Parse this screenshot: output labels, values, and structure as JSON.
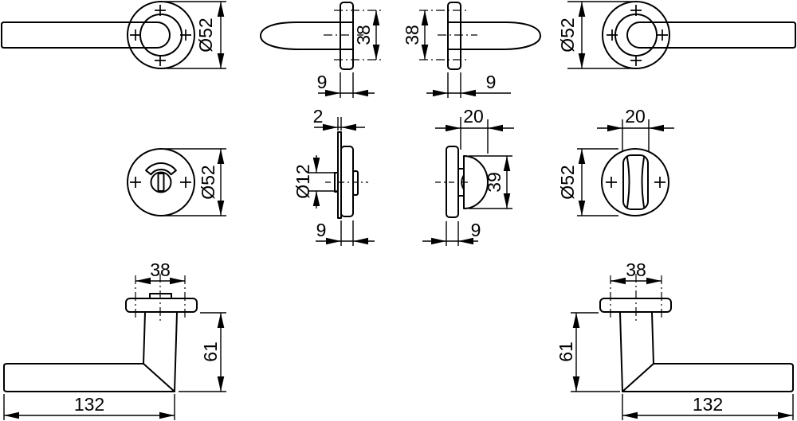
{
  "drawing": {
    "background": "#ffffff",
    "line_color": "#000000",
    "labels": {
      "tl_dia": "Ø52",
      "tml_len": "38",
      "tml_thk": "9",
      "tmr_len": "38",
      "tmr_thk": "9",
      "tr_dia": "Ø52",
      "ml_dia": "Ø52",
      "mcl_plate": "2",
      "mcl_spindle": "Ø12",
      "mcl_thk": "9",
      "mcr_depth": "20",
      "mcr_height": "39",
      "mcr_thk": "9",
      "mr_width": "20",
      "mr_dia": "Ø52",
      "bl_width": "38",
      "bl_height": "61",
      "bl_length": "132",
      "br_width": "38",
      "br_height": "61",
      "br_length": "132"
    }
  }
}
